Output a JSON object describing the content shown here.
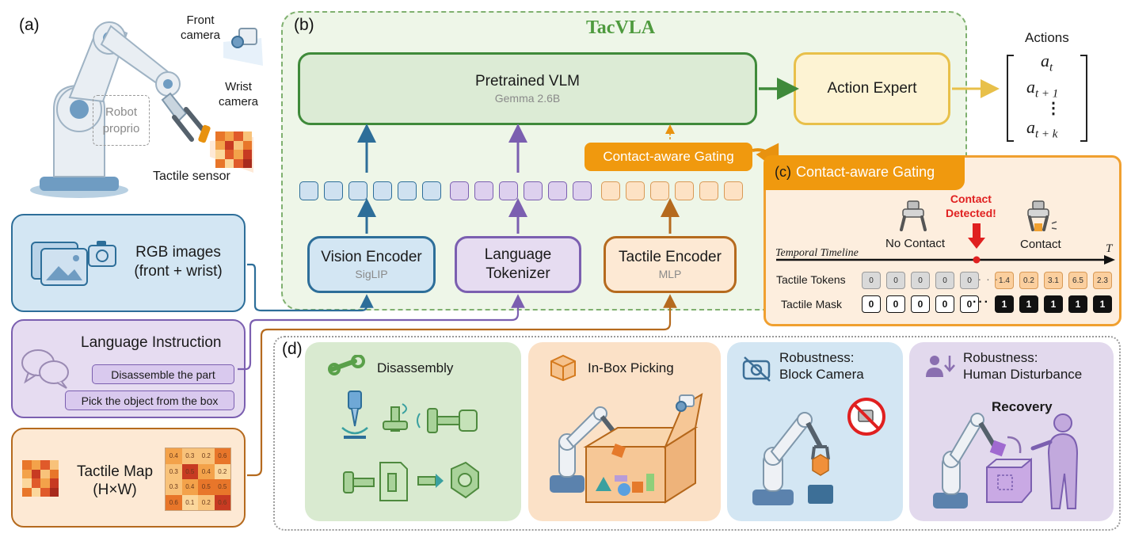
{
  "panel_a": {
    "letter": "(a)",
    "front_camera": "Front\ncamera",
    "wrist_camera": "Wrist\ncamera",
    "robot_proprio": "Robot\nproprio",
    "tactile_sensor": "Tactile sensor",
    "rgb_images_line1": "RGB images",
    "rgb_images_line2": "(front + wrist)",
    "language_instruction": "Language Instruction",
    "instruction_1": "Disassemble the part",
    "instruction_2": "Pick the object from the box",
    "tactile_map_line1": "Tactile Map",
    "tactile_map_line2": "(H×W)",
    "tactile_map_values": [
      "0.4",
      "0.3",
      "0.2",
      "0.6",
      "0.3",
      "0.5",
      "0.4",
      "0.2",
      "0.3",
      "0.4",
      "0.5",
      "0.5",
      "0.6",
      "0.1",
      "0.2",
      "0.6"
    ]
  },
  "panel_b": {
    "letter": "(b)",
    "title": "TacVLA",
    "vlm_label": "Pretrained VLM",
    "vlm_sub": "Gemma 2.6B",
    "action_expert": "Action Expert",
    "actions_label": "Actions",
    "actions_matrix": [
      "a",
      "t",
      "a",
      "t + 1",
      "⋮",
      "a",
      "t + k"
    ],
    "gating_label": "Contact-aware Gating",
    "vision_encoder": "Vision Encoder",
    "vision_sub": "SigLIP",
    "language_tokenizer_1": "Language",
    "language_tokenizer_2": "Tokenizer",
    "tactile_encoder": "Tactile Encoder",
    "tactile_sub": "MLP"
  },
  "panel_c": {
    "letter": "(c)",
    "title": "Contact-aware Gating",
    "contact_detected": "Contact\nDetected!",
    "no_contact": "No Contact",
    "contact": "Contact",
    "timeline": "Temporal Timeline",
    "t_symbol": "T",
    "tactile_tokens": "Tactile Tokens",
    "tactile_mask": "Tactile Mask",
    "tokens_before": [
      "0",
      "0",
      "0",
      "0",
      "0"
    ],
    "tokens_after": [
      "1.4",
      "0.2",
      "3.1",
      "6.5",
      "2.3"
    ],
    "mask_before": [
      "0",
      "0",
      "0",
      "0",
      "0"
    ],
    "mask_after": [
      "1",
      "1",
      "1",
      "1",
      "1"
    ]
  },
  "panel_d": {
    "letter": "(d)",
    "task_1": "Disassembly",
    "task_2": "In-Box Picking",
    "task_3_line1": "Robustness:",
    "task_3_line2": "Block Camera",
    "task_4_line1": "Robustness:",
    "task_4_line2": "Human Disturbance",
    "recovery": "Recovery"
  },
  "colors": {
    "green": "#3f8a3a",
    "green_fill": "#dcebd5",
    "blue": "#2d6e99",
    "blue_fill": "#d3e6f3",
    "purple": "#7b5fb0",
    "purple_fill": "#e6dcf1",
    "orange": "#e8920f",
    "orange_fill": "#fde9d4",
    "brown": "#b56a1e",
    "yellow": "#e8c04a",
    "yellow_fill": "#fdf3d3",
    "red": "#e02020"
  }
}
